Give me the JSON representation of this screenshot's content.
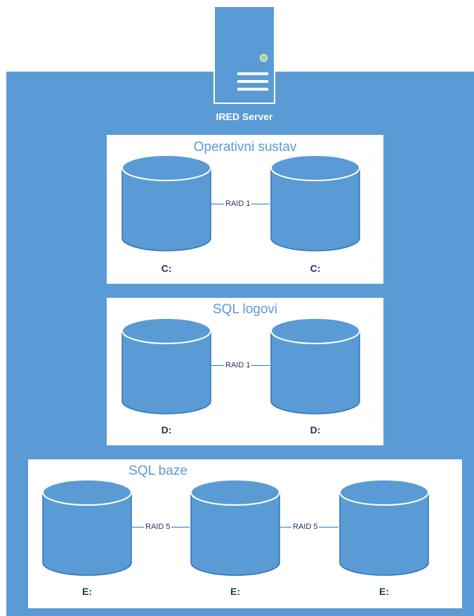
{
  "server": {
    "label": "IRED Server"
  },
  "groups": [
    {
      "title": "Operativni sustav",
      "disks": [
        "C:",
        "C:"
      ],
      "links": [
        "RAID 1"
      ]
    },
    {
      "title": "SQL logovi",
      "disks": [
        "D:",
        "D:"
      ],
      "links": [
        "RAID 1"
      ]
    },
    {
      "title": "SQL baze",
      "disks": [
        "E:",
        "E:",
        "E:"
      ],
      "links": [
        "RAID 5",
        "RAID 5"
      ]
    }
  ],
  "colors": {
    "accent": "#5b9bd5",
    "background": "#ffffff",
    "led": "#a9d18e"
  }
}
